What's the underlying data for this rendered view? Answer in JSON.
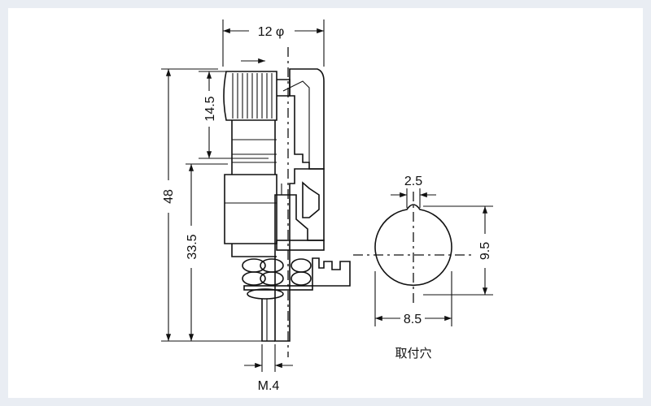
{
  "diagram": {
    "dimensions": {
      "diameter": "12 φ",
      "cap_height": "14.5",
      "total_height": "48",
      "lower_height": "33.5",
      "thread": "M.4",
      "slot_width": "2.5",
      "hole_height": "9.5",
      "hole_width": "8.5"
    },
    "caption": "取付穴"
  },
  "colors": {
    "ink": "#111111",
    "paper": "#ffffff",
    "outer_border": "#e9edf3",
    "insulator_fill": "#f2f2f2"
  }
}
